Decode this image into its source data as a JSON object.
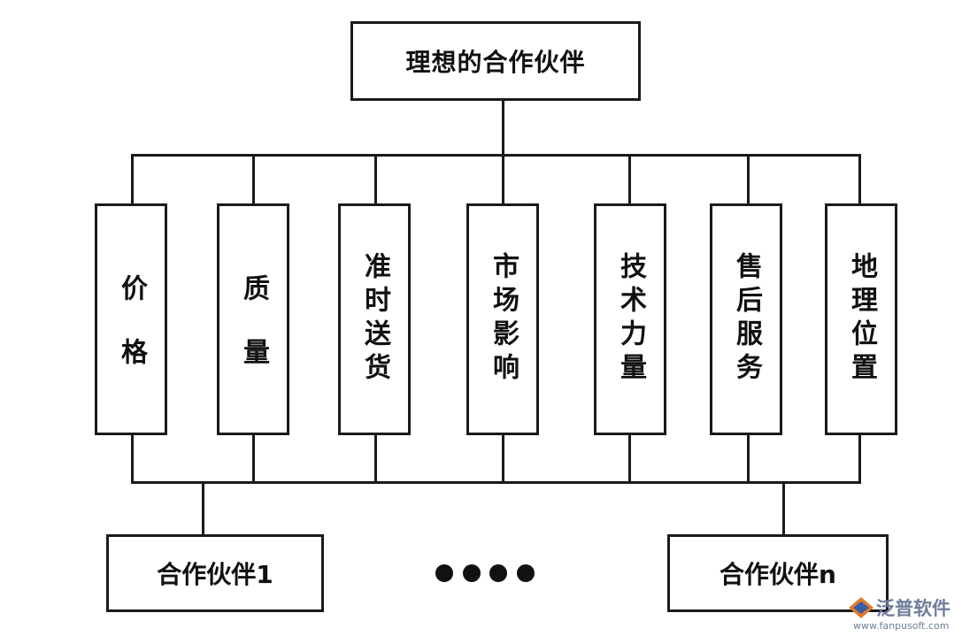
{
  "diagram": {
    "root": "理想的合作伙伴",
    "criteria": [
      "价格",
      "质量",
      "准时送货",
      "市场影响",
      "技术力量",
      "售后服务",
      "地理位置"
    ],
    "partners": {
      "first": "合作伙伴1",
      "ellipsis": "••••",
      "last": "合作伙伴n"
    }
  },
  "watermark": {
    "brand": "泛普软件",
    "url": "www.fanpusoft.com"
  }
}
